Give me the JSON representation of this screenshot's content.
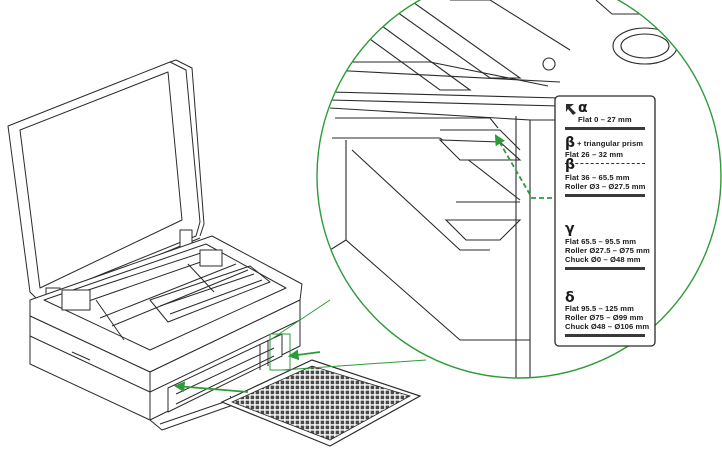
{
  "diagram": {
    "accent_color": "#2e9b3a",
    "line_color": "#2b2b2b",
    "label_plate": {
      "alpha": {
        "symbol": "α",
        "lines": [
          "Flat 0 – 27 mm"
        ]
      },
      "beta_prism": {
        "symbol": "β",
        "title": "+ triangular prism",
        "lines": [
          "Flat 26 – 32 mm"
        ]
      },
      "beta": {
        "symbol": "β",
        "lines": [
          "Flat 36 – 65.5 mm",
          "Roller Ø3 – Ø27.5 mm"
        ]
      },
      "gamma": {
        "symbol": "γ",
        "lines": [
          "Flat 65.5 – 95.5 mm",
          "Roller Ø27.5 – Ø75 mm",
          "Chuck Ø0 – Ø48 mm"
        ]
      },
      "delta": {
        "symbol": "δ",
        "lines": [
          "Flat 95.5 – 125 mm",
          "Roller Ø75 – Ø99 mm",
          "Chuck Ø48 – Ø106 mm"
        ]
      }
    }
  }
}
